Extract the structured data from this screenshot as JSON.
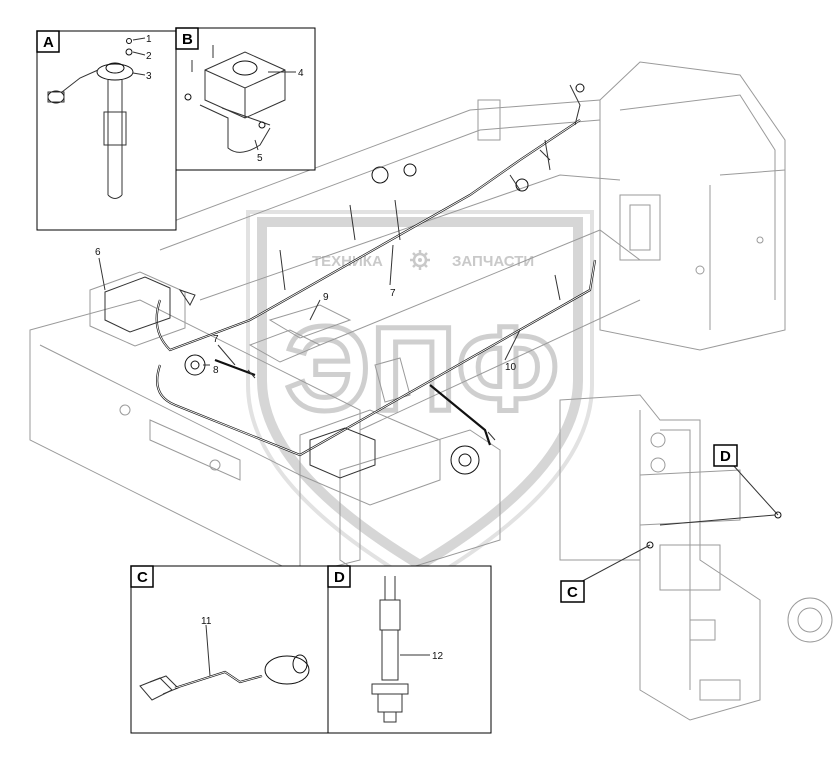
{
  "watermark": {
    "text_left": "ТЕХНИКА",
    "text_right": "ЗАПЧАСТИ",
    "logo": "ЭПФ"
  },
  "detail_boxes": {
    "A": "A",
    "B": "B",
    "C": "C",
    "D": "D"
  },
  "view_flags": {
    "C": "C",
    "D": "D"
  },
  "callouts": {
    "1": "1",
    "2": "2",
    "3": "3",
    "4": "4",
    "5": "5",
    "6": "6",
    "7a": "7",
    "7b": "7",
    "8": "8",
    "9": "9",
    "10": "10",
    "11": "11",
    "12": "12"
  },
  "icons": [
    "gear-icon"
  ]
}
